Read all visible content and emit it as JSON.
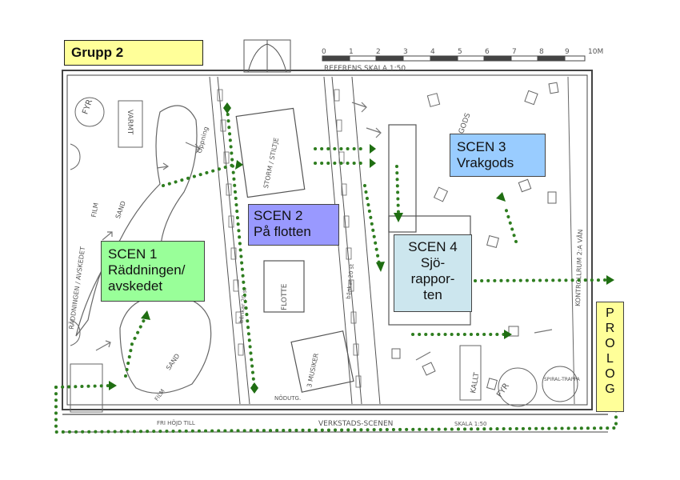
{
  "group_label": "Grupp 2",
  "scenes": {
    "scen1": {
      "title": "SCEN 1",
      "subtitle": "Räddningen/\navskedet"
    },
    "scen2": {
      "title": "SCEN 2",
      "subtitle": "På flotten"
    },
    "scen3": {
      "title": "SCEN 3",
      "subtitle": "Vrakgods"
    },
    "scen4": {
      "title": "SCEN 4",
      "subtitle": "Sjö-\nrappor-\nten"
    }
  },
  "prolog_letters": [
    "P",
    "R",
    "O",
    "L",
    "O",
    "G"
  ],
  "plan_text": {
    "scale_label": "REFERENS SKALA 1:50",
    "scale_ticks": [
      "0",
      "1",
      "2",
      "3",
      "4",
      "5",
      "6",
      "7",
      "8",
      "9",
      "10M"
    ],
    "fyr_top": "FYR",
    "varmt": "VARMT",
    "film_left": "FILM",
    "sand_top": "SAND",
    "raddningen_avskedet": "RÄDDNINGEN / AVSKEDET",
    "oppning": "Öppning",
    "storm_stiltje": "STORM / STILTJE",
    "flotte": "FLOTTE",
    "musiker": "3 MUSIKER",
    "bankar": "bänkar 20 st",
    "vrakgods_text": "GODS",
    "kontrollrum": "KONTROLLRUM 2:A VÅN",
    "sand_bottom": "SAND",
    "film_bottom": "FILM",
    "kallt": "KALLT",
    "fyr_bottom": "FYR",
    "spiraltrappa": "SPIRAL-TRAPPA",
    "nodutg": "NÖDUTG.",
    "verkstads_scenen": "VERKSTADS-SCENEN",
    "skala": "SKALA 1:50",
    "fri_hojd": "FRI HÖJD TILL"
  },
  "colors": {
    "path_green": "#2e7d1f",
    "arrow_green": "#1f6e12",
    "sketch_line": "#555555"
  }
}
